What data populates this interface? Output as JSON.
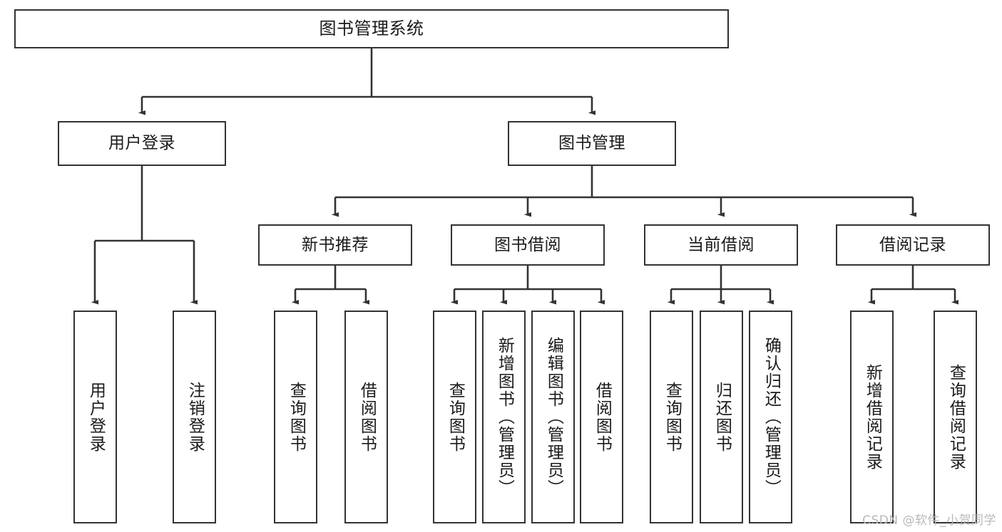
{
  "diagram": {
    "title": "图书管理系统",
    "watermark": "CSDN @软件_小贺同学",
    "colors": {
      "box_border": "#333333",
      "box_fill": "#ffffff",
      "edge": "#333333",
      "text": "#1a1a1a",
      "watermark": "#b9b9b9",
      "background": "#ffffff"
    },
    "levels": {
      "root": {
        "label": "图书管理系统"
      },
      "level2": [
        {
          "label": "用户登录"
        },
        {
          "label": "图书管理"
        }
      ],
      "level3": [
        {
          "label": "新书推荐"
        },
        {
          "label": "图书借阅"
        },
        {
          "label": "当前借阅"
        },
        {
          "label": "借阅记录"
        }
      ],
      "leaves": {
        "user_login": [
          {
            "label": "用户登录"
          },
          {
            "label": "注销登录"
          }
        ],
        "new_book_recommend": [
          {
            "label": "查询图书"
          },
          {
            "label": "借阅图书"
          }
        ],
        "book_borrow": [
          {
            "label": "查询图书"
          },
          {
            "label": "新增图书（管理员）"
          },
          {
            "label": "编辑图书（管理员）"
          },
          {
            "label": "借阅图书"
          }
        ],
        "current_borrow": [
          {
            "label": "查询图书"
          },
          {
            "label": "归还图书"
          },
          {
            "label": "确认归还（管理员）"
          }
        ],
        "borrow_record": [
          {
            "label": "新增借阅记录"
          },
          {
            "label": "查询借阅记录"
          }
        ]
      }
    }
  }
}
